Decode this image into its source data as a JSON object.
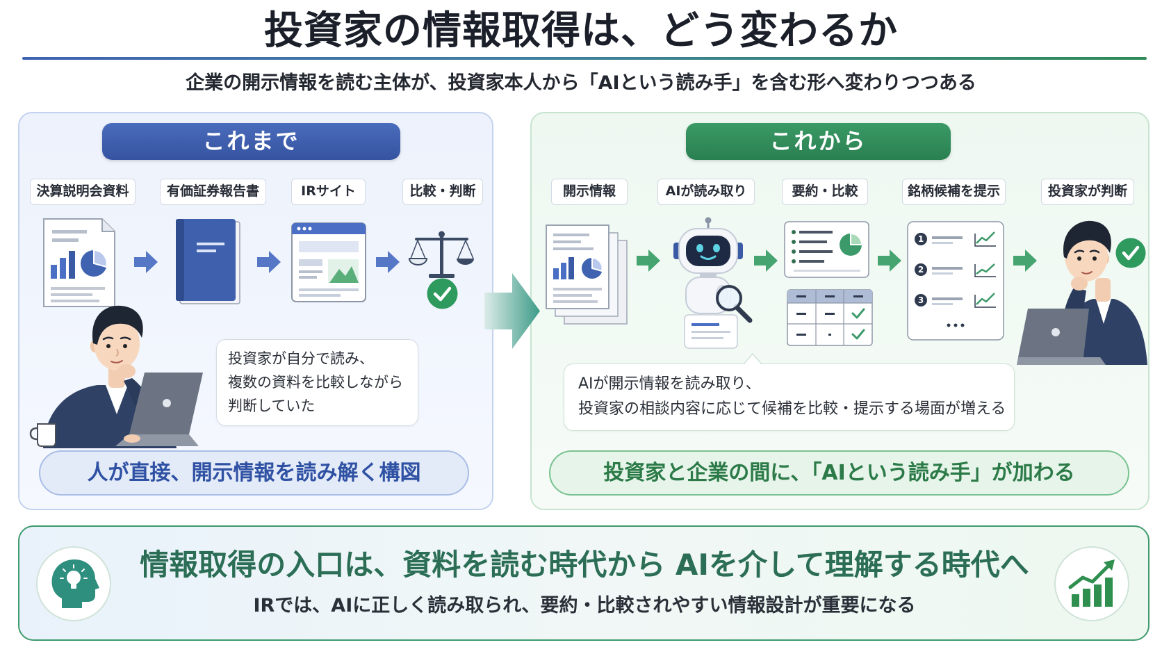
{
  "title": "投資家の情報取得は、どう変わるか",
  "subtitle": "企業の開示情報を読む主体が、投資家本人から「AIという読み手」を含む形へ変わりつつある",
  "colors": {
    "before_accent": "#3b5aa6",
    "after_accent": "#2f8a5a",
    "conclusion_text": "#2b6e55",
    "check_green": "#2e9a5e"
  },
  "before": {
    "header": "これまで",
    "steps": [
      {
        "label": "決算説明会資料",
        "icon": "document-chart-icon"
      },
      {
        "label": "有価証券報告書",
        "icon": "book-icon"
      },
      {
        "label": "IRサイト",
        "icon": "website-icon"
      },
      {
        "label": "比較・判断",
        "icon": "balance-scale-icon"
      }
    ],
    "bubble_lines": [
      "投資家が自分で読み、",
      "複数の資料を比較しながら",
      "判断していた"
    ],
    "summary": "人が直接、開示情報を読み解く構図"
  },
  "after": {
    "header": "これから",
    "steps": [
      {
        "label": "開示情報",
        "icon": "document-stack-icon"
      },
      {
        "label": "AIが読み取り",
        "icon": "robot-icon"
      },
      {
        "label": "要約・比較",
        "icon": "summary-table-icon"
      },
      {
        "label": "銘柄候補を提示",
        "icon": "ranked-list-icon"
      },
      {
        "label": "投資家が判断",
        "icon": "investor-icon"
      }
    ],
    "ranked_numbers": [
      "1",
      "2",
      "3"
    ],
    "bubble_lines": [
      "AIが開示情報を読み取り、",
      "投資家の相談内容に応じて候補を比較・提示する場面が増える"
    ],
    "summary": "投資家と企業の間に、「AIという読み手」が加わる"
  },
  "conclusion": {
    "main": "情報取得の入口は、資料を読む時代から AIを介して理解する時代へ",
    "sub": "IRでは、AIに正しく読み取られ、要約・比較されやすい情報設計が重要になる",
    "left_icon": "head-lightbulb-icon",
    "right_icon": "growth-chart-icon"
  }
}
